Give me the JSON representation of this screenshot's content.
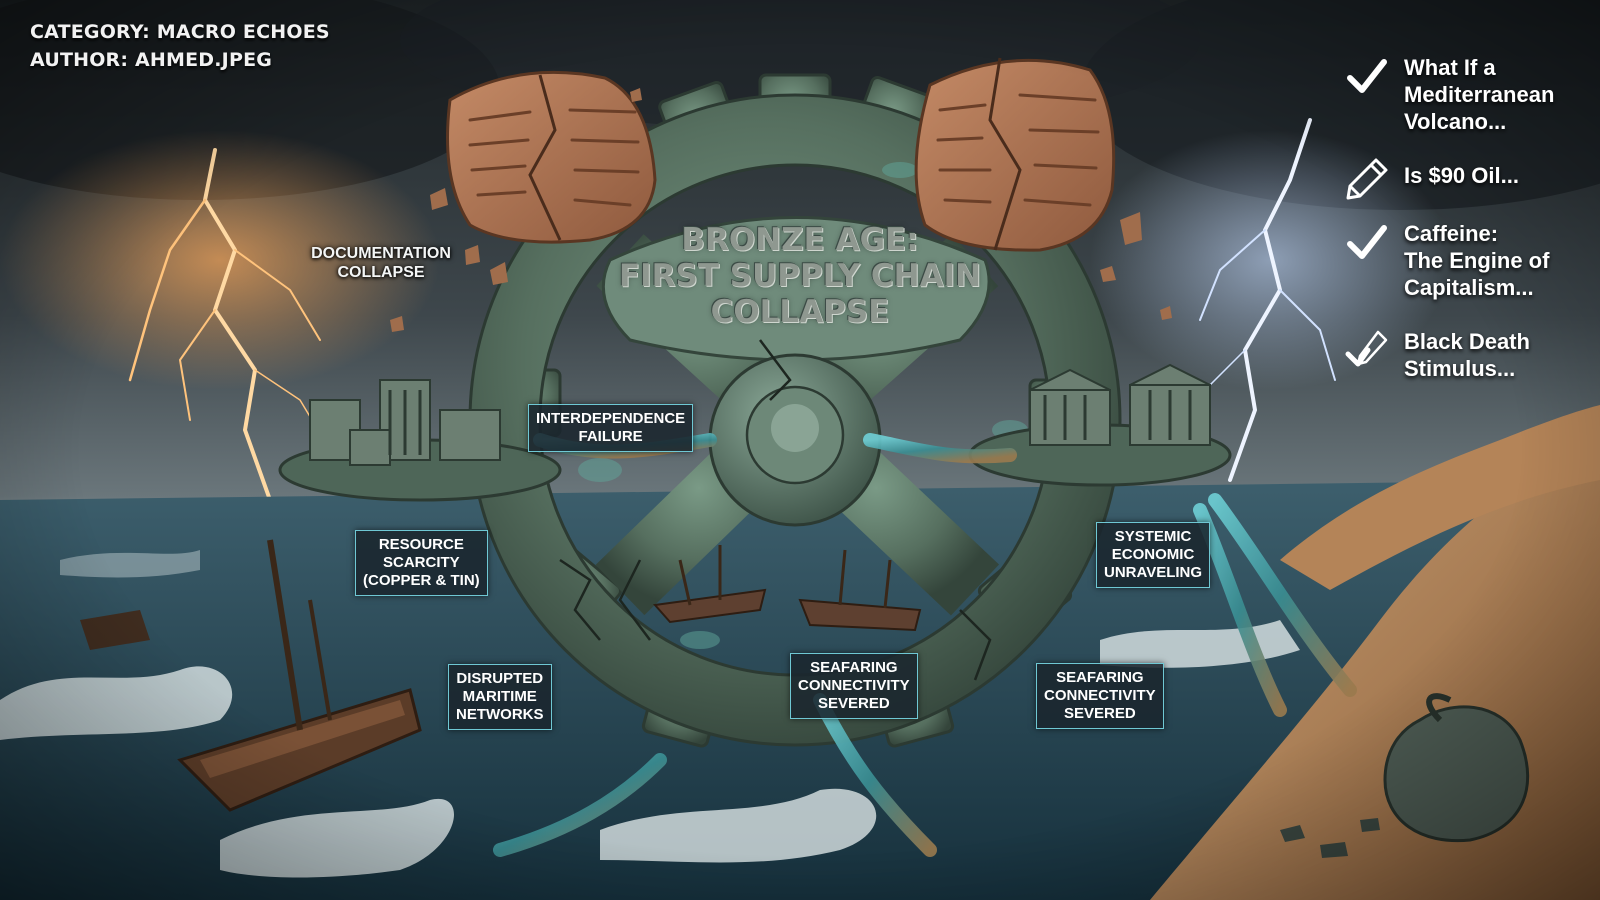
{
  "meta": {
    "category": "CATEGORY: MACRO ECHOES",
    "author": "AUTHOR: AHMED.JPEG"
  },
  "title": {
    "line1": "BRONZE AGE:",
    "line2": "FIRST SUPPLY CHAIN",
    "line3": "COLLAPSE"
  },
  "labels": {
    "documentation": [
      "DOCUMENTATION",
      "COLLAPSE"
    ],
    "interdependence": [
      "INTERDEPENDENCE",
      "FAILURE"
    ],
    "resource": [
      "RESOURCE",
      "SCARCITY",
      "(COPPER & TIN)"
    ],
    "systemic": [
      "SYSTEMIC",
      "ECONOMIC",
      "UNRAVELING"
    ],
    "disrupted": [
      "DISRUPTED",
      "MARITIME",
      "NETWORKS"
    ],
    "seafaring_center": [
      "SEAFARING",
      "CONNECTIVITY",
      "SEVERED"
    ],
    "seafaring_right": [
      "SEAFARING",
      "CONNECTIVITY",
      "SEVERED"
    ]
  },
  "sidebar": {
    "items": [
      {
        "icon": "checkmark-icon",
        "lines": [
          "What If a",
          "Mediterranean",
          "Volcano..."
        ]
      },
      {
        "icon": "pencil-icon",
        "lines": [
          "Is $90 Oil..."
        ]
      },
      {
        "icon": "checkmark-icon",
        "lines": [
          "Caffeine:",
          "The Engine of",
          "Capitalism..."
        ]
      },
      {
        "icon": "checkmark-pencil-icon",
        "lines": [
          "Black Death",
          "Stimulus..."
        ]
      }
    ]
  },
  "colors": {
    "label_border": "#6fc8d4",
    "label_bg": "#1a262d",
    "bronze": "#5f7a66",
    "clay": "#a9765a",
    "sand": "#b98a5c",
    "sea": "#24475a"
  }
}
